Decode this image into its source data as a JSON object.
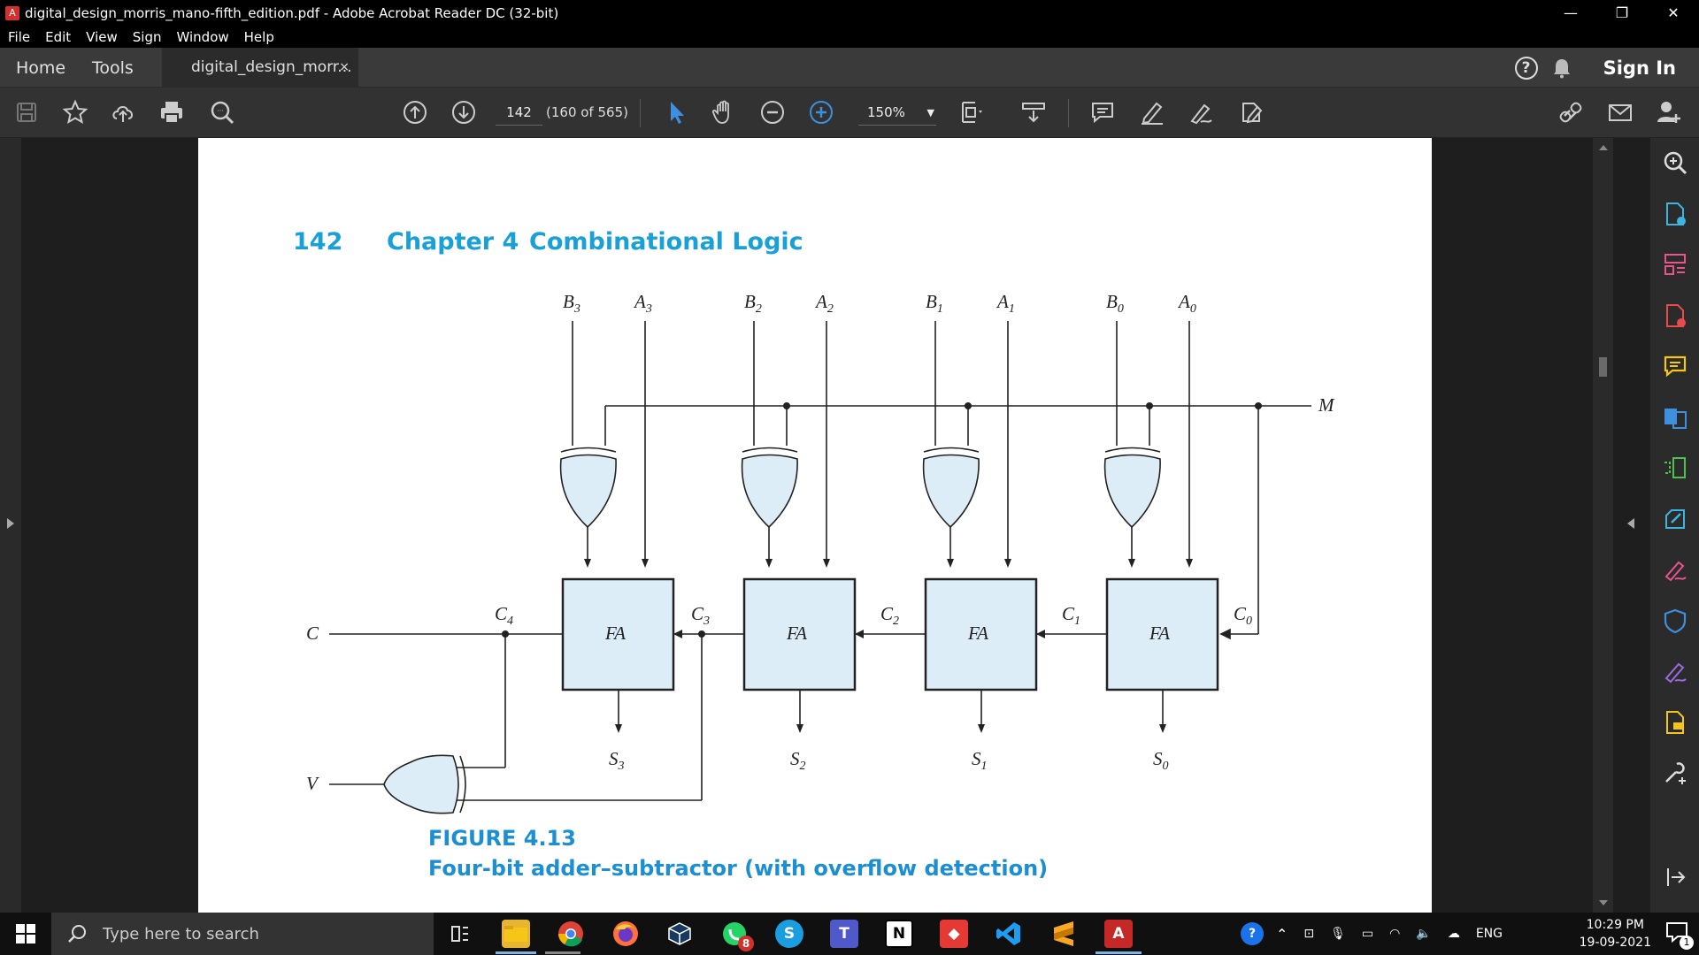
{
  "window": {
    "title": "digital_design_morris_mano-fifth_edition.pdf - Adobe Acrobat Reader DC (32-bit)",
    "minimize": "—",
    "restore": "❐",
    "close": "✕"
  },
  "menu": [
    "File",
    "Edit",
    "View",
    "Sign",
    "Window",
    "Help"
  ],
  "tabs": {
    "home": "Home",
    "tools": "Tools",
    "doc": "digital_design_morr...",
    "doc_close": "×",
    "help": "?",
    "sign_in": "Sign In"
  },
  "toolbar": {
    "page_input": "142",
    "page_count": "(160 of 565)",
    "zoom": "150%"
  },
  "document": {
    "page_number": "142",
    "chapter": "Chapter 4",
    "chapter_title": "Combinational Logic",
    "figure_label": "FIGURE 4.13",
    "figure_caption": "Four-bit adder–subtractor (with overflow detection)",
    "heading_color": "#19a0d9",
    "figure_color": "#1b8fd2",
    "block_fill": "#dcedf8"
  },
  "circuit": {
    "inputs": [
      {
        "b": "B",
        "b_sub": "3",
        "a": "A",
        "a_sub": "3"
      },
      {
        "b": "B",
        "b_sub": "2",
        "a": "A",
        "a_sub": "2"
      },
      {
        "b": "B",
        "b_sub": "1",
        "a": "A",
        "a_sub": "1"
      },
      {
        "b": "B",
        "b_sub": "0",
        "a": "A",
        "a_sub": "0"
      }
    ],
    "adders": [
      "FA",
      "FA",
      "FA",
      "FA"
    ],
    "sums": [
      {
        "s": "S",
        "sub": "3"
      },
      {
        "s": "S",
        "sub": "2"
      },
      {
        "s": "S",
        "sub": "1"
      },
      {
        "s": "S",
        "sub": "0"
      }
    ],
    "carries": [
      {
        "c": "C",
        "sub": "4"
      },
      {
        "c": "C",
        "sub": "3"
      },
      {
        "c": "C",
        "sub": "2"
      },
      {
        "c": "C",
        "sub": "1"
      },
      {
        "c": "C",
        "sub": "0"
      }
    ],
    "mode": "M",
    "carry_out": "C",
    "overflow": "V"
  },
  "taskbar": {
    "search_placeholder": "Type here to search",
    "whatsapp_badge": "8",
    "language": "ENG",
    "time": "10:29 PM",
    "date": "19-09-2021",
    "notification_count": "1"
  }
}
